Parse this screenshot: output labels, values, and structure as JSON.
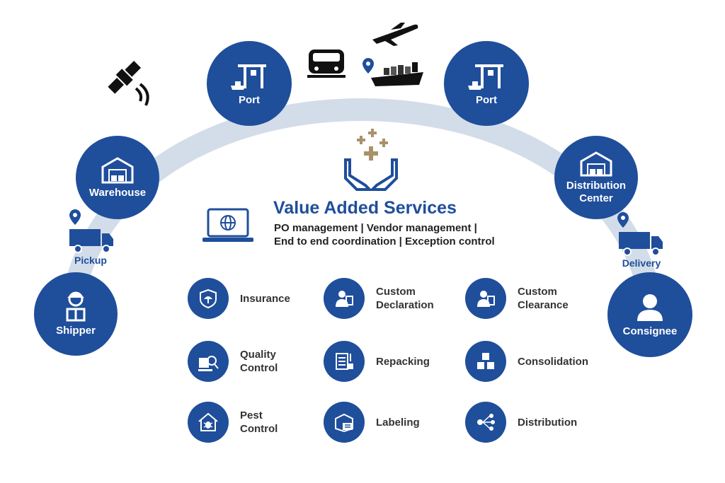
{
  "nodes": {
    "shipper": "Shipper",
    "warehouse": "Warehouse",
    "port_left": "Port",
    "port_right": "Port",
    "distribution_center_l1": "Distribution",
    "distribution_center_l2": "Center",
    "consignee": "Consignee"
  },
  "labels": {
    "pickup": "Pickup",
    "delivery": "Delivery"
  },
  "value_added": {
    "title": "Value Added Services",
    "line1": "PO management | Vendor management |",
    "line2": "End to end coordination | Exception control"
  },
  "services": [
    {
      "l1": "Insurance",
      "l2": ""
    },
    {
      "l1": "Custom",
      "l2": "Declaration"
    },
    {
      "l1": "Custom",
      "l2": "Clearance"
    },
    {
      "l1": "Quality",
      "l2": "Control"
    },
    {
      "l1": "Repacking",
      "l2": ""
    },
    {
      "l1": "Consolidation",
      "l2": ""
    },
    {
      "l1": "Pest",
      "l2": "Control"
    },
    {
      "l1": "Labeling",
      "l2": ""
    },
    {
      "l1": "Distribution",
      "l2": ""
    }
  ],
  "colors": {
    "primary": "#1f4e9b",
    "arc": "#d3dde9",
    "gold": "#a8926a",
    "text": "#333333"
  }
}
